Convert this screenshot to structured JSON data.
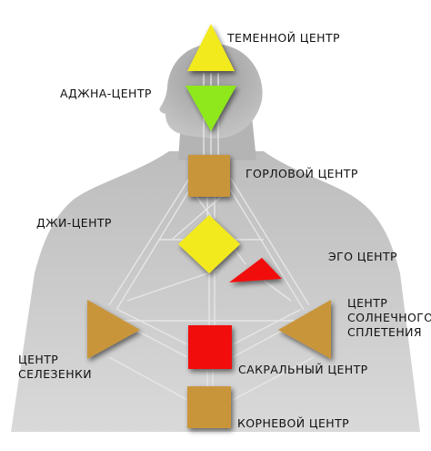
{
  "colors": {
    "background": "#ffffff",
    "silhouette": "#bdbdbd",
    "silhouette_dark": "#8a8a8a",
    "channel": "#e6e6e6",
    "yellow": "#f2ea1f",
    "green": "#8ee81d",
    "brown": "#c9953a",
    "red": "#f20c0c",
    "label": "#111111"
  },
  "centers": {
    "crown": {
      "label": "ТЕМЕННОЙ ЦЕНТР",
      "shape": "triangle-up",
      "color": "yellow"
    },
    "ajna": {
      "label": "АДЖНА-ЦЕНТР",
      "shape": "triangle-down",
      "color": "green"
    },
    "throat": {
      "label": "ГОРЛОВОЙ ЦЕНТР",
      "shape": "square",
      "color": "brown"
    },
    "g": {
      "label": "ДЖИ-ЦЕНТР",
      "shape": "diamond",
      "color": "yellow"
    },
    "ego": {
      "label": "ЭГО ЦЕНТР",
      "shape": "triangle-right",
      "color": "red"
    },
    "spleen": {
      "label_lines": [
        "ЦЕНТР",
        "СЕЛЕЗЕНКИ"
      ],
      "shape": "triangle-right",
      "color": "brown"
    },
    "solar": {
      "label_lines": [
        "ЦЕНТР",
        "СОЛНЕЧНОГО",
        "СПЛЕТЕНИЯ"
      ],
      "shape": "triangle-left",
      "color": "brown"
    },
    "sacral": {
      "label": "САКРАЛЬНЫЙ ЦЕНТР",
      "shape": "square",
      "color": "red"
    },
    "root": {
      "label": "КОРНЕВОЙ ЦЕНТР",
      "shape": "square",
      "color": "brown"
    }
  }
}
